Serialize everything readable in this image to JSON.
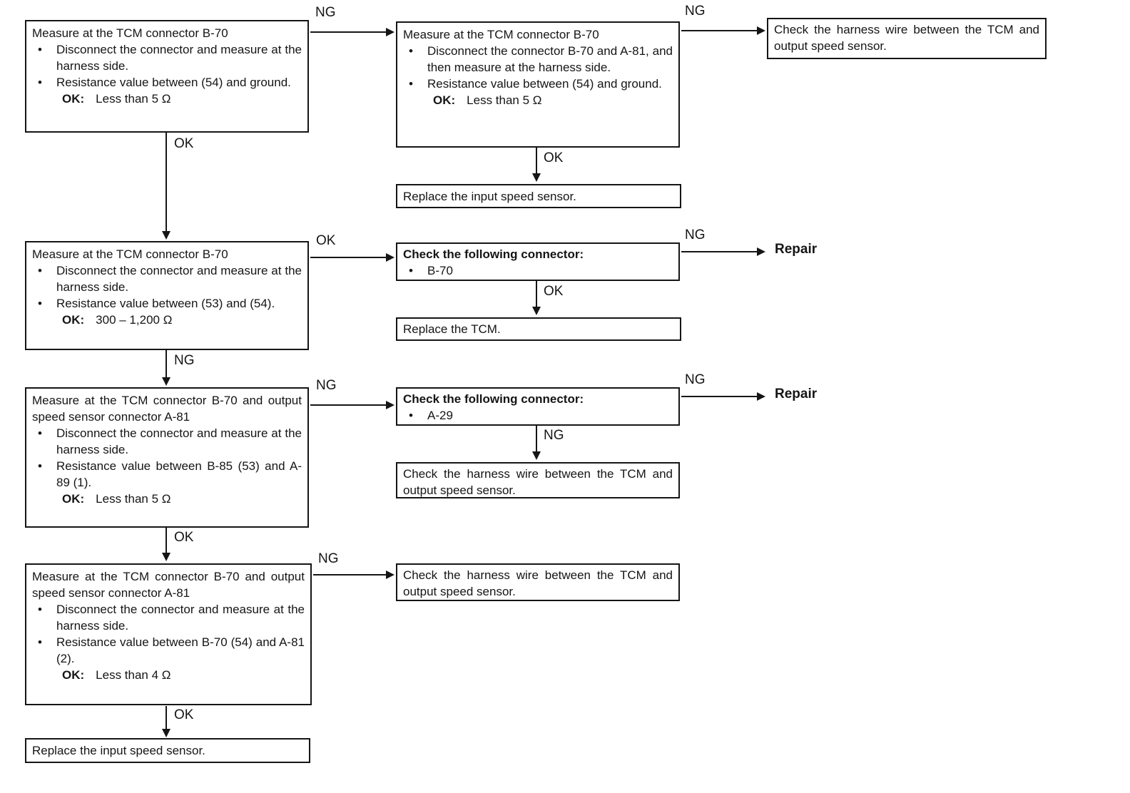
{
  "ink_color": "#151515",
  "background_color": "#ffffff",
  "labels": {
    "ok": "OK",
    "ng": "NG",
    "repair": "Repair",
    "bullet": "•"
  },
  "boxes": {
    "l1": {
      "title": "Measure at the TCM connector B-70",
      "bullets": [
        "Disconnect the connector and measure at the harness side.",
        "Resistance value between (54) and ground."
      ],
      "ok_prefix": "OK:",
      "ok_value": "Less than 5 Ω"
    },
    "m1": {
      "title": "Measure at the TCM connector B-70",
      "bullets": [
        "Disconnect the connector B-70 and A-81, and then measure at the harness side.",
        "Resistance value between (54) and ground."
      ],
      "ok_prefix": "OK:",
      "ok_value": "Less than 5 Ω"
    },
    "r1": {
      "text": "Check the harness wire between the TCM and output speed sensor."
    },
    "m2": {
      "text": "Replace the input speed sensor."
    },
    "l2": {
      "title": "Measure at the TCM connector B-70",
      "bullets": [
        "Disconnect the connector and measure at the harness side.",
        "Resistance value between (53) and (54)."
      ],
      "ok_prefix": "OK:",
      "ok_value": "300 – 1,200 Ω"
    },
    "m3": {
      "title": "Check the following connector:",
      "connector": "B-70"
    },
    "m4": {
      "text": "Replace the TCM."
    },
    "l3": {
      "title": "Measure at the TCM connector B-70 and output speed sensor connector A-81",
      "bullets": [
        "Disconnect the connector and measure at the harness side.",
        "Resistance value between B-85 (53) and A-89 (1)."
      ],
      "ok_prefix": "OK:",
      "ok_value": "Less than 5 Ω"
    },
    "m5": {
      "title": "Check the following connector:",
      "connector": "A-29"
    },
    "m6": {
      "text": "Check the harness wire between the TCM and output speed sensor."
    },
    "l4": {
      "title": "Measure at the TCM connector B-70 and output speed sensor connector A-81",
      "bullets": [
        "Disconnect the connector and measure at the harness side.",
        "Resistance value between B-70 (54) and A-81 (2).",
        "OK:  Less than 4 Ω"
      ],
      "ok_prefix": "OK:",
      "ok_value": "Less than 4 Ω"
    },
    "m7": {
      "text": "Check the harness wire between the TCM and output speed sensor."
    },
    "l5": {
      "text": "Replace the input speed sensor."
    }
  }
}
